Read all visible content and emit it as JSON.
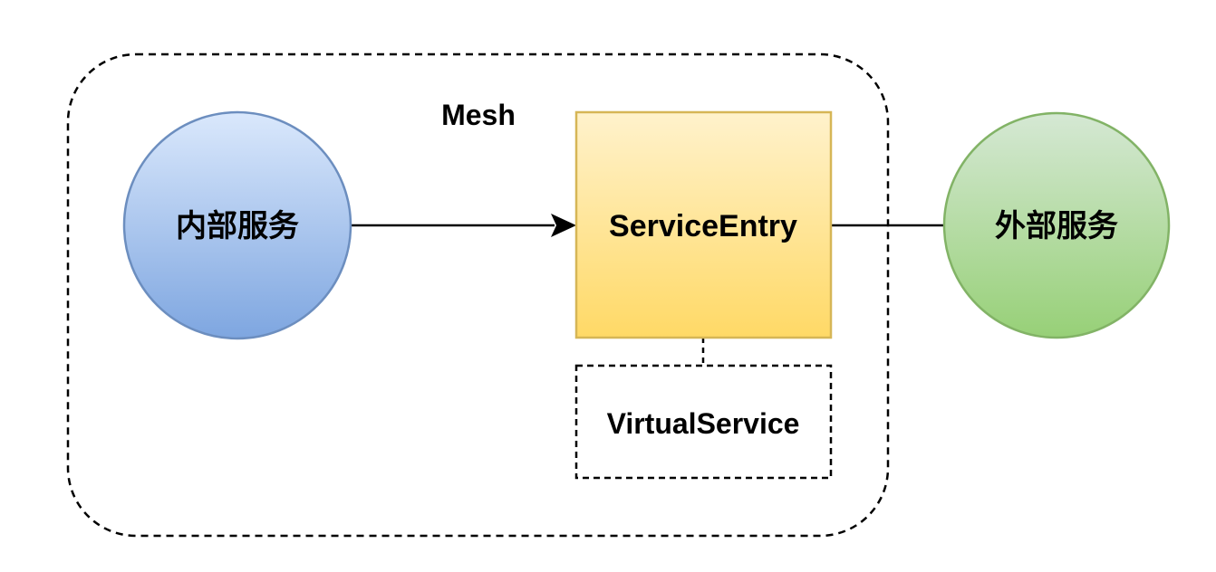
{
  "diagram": {
    "mesh": {
      "label": "Mesh"
    },
    "internal_service": {
      "label": "内部服务",
      "colors": {
        "fill_top": "#dae8fc",
        "fill_bottom": "#7ea6e0",
        "stroke": "#6c8ebf"
      }
    },
    "service_entry": {
      "label": "ServiceEntry",
      "colors": {
        "fill_top": "#fff2cc",
        "fill_bottom": "#ffd966",
        "stroke": "#d6b656"
      }
    },
    "virtual_service": {
      "label": "VirtualService"
    },
    "external_service": {
      "label": "外部服务",
      "colors": {
        "fill_top": "#d5e8d4",
        "fill_bottom": "#97d077",
        "stroke": "#82b366"
      }
    },
    "edges": [
      {
        "from": "内部服务",
        "to": "ServiceEntry",
        "style": "solid-arrow"
      },
      {
        "from": "ServiceEntry",
        "to": "外部服务",
        "style": "solid-line"
      },
      {
        "from": "ServiceEntry",
        "to": "VirtualService",
        "style": "dashed-line"
      }
    ]
  }
}
